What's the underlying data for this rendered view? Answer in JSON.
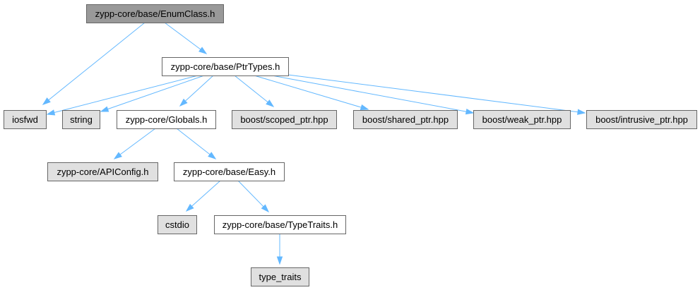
{
  "colors": {
    "root_fill": "#999999",
    "documented_fill": "#ffffff",
    "external_fill": "#e0e0e0",
    "border": "#666666",
    "edge": "#63b8ff"
  },
  "nodes": [
    {
      "id": "enumclass",
      "label": "zypp-core/base/EnumClass.h",
      "kind": "root"
    },
    {
      "id": "ptrtypes",
      "label": "zypp-core/base/PtrTypes.h",
      "kind": "documented"
    },
    {
      "id": "iosfwd",
      "label": "iosfwd",
      "kind": "external"
    },
    {
      "id": "string",
      "label": "string",
      "kind": "external"
    },
    {
      "id": "globals",
      "label": "zypp-core/Globals.h",
      "kind": "documented"
    },
    {
      "id": "scoped_ptr",
      "label": "boost/scoped_ptr.hpp",
      "kind": "external"
    },
    {
      "id": "shared_ptr",
      "label": "boost/shared_ptr.hpp",
      "kind": "external"
    },
    {
      "id": "weak_ptr",
      "label": "boost/weak_ptr.hpp",
      "kind": "external"
    },
    {
      "id": "intrusive_ptr",
      "label": "boost/intrusive_ptr.hpp",
      "kind": "external"
    },
    {
      "id": "apiconfig",
      "label": "zypp-core/APIConfig.h",
      "kind": "external"
    },
    {
      "id": "easy",
      "label": "zypp-core/base/Easy.h",
      "kind": "documented"
    },
    {
      "id": "cstdio",
      "label": "cstdio",
      "kind": "external"
    },
    {
      "id": "typetraits_h",
      "label": "zypp-core/base/TypeTraits.h",
      "kind": "documented"
    },
    {
      "id": "type_traits",
      "label": "type_traits",
      "kind": "external"
    }
  ],
  "edges": [
    {
      "from": "enumclass",
      "to": "iosfwd"
    },
    {
      "from": "enumclass",
      "to": "ptrtypes"
    },
    {
      "from": "ptrtypes",
      "to": "iosfwd"
    },
    {
      "from": "ptrtypes",
      "to": "string"
    },
    {
      "from": "ptrtypes",
      "to": "globals"
    },
    {
      "from": "ptrtypes",
      "to": "scoped_ptr"
    },
    {
      "from": "ptrtypes",
      "to": "shared_ptr"
    },
    {
      "from": "ptrtypes",
      "to": "weak_ptr"
    },
    {
      "from": "ptrtypes",
      "to": "intrusive_ptr"
    },
    {
      "from": "globals",
      "to": "apiconfig"
    },
    {
      "from": "globals",
      "to": "easy"
    },
    {
      "from": "easy",
      "to": "cstdio"
    },
    {
      "from": "easy",
      "to": "typetraits_h"
    },
    {
      "from": "typetraits_h",
      "to": "type_traits"
    }
  ]
}
